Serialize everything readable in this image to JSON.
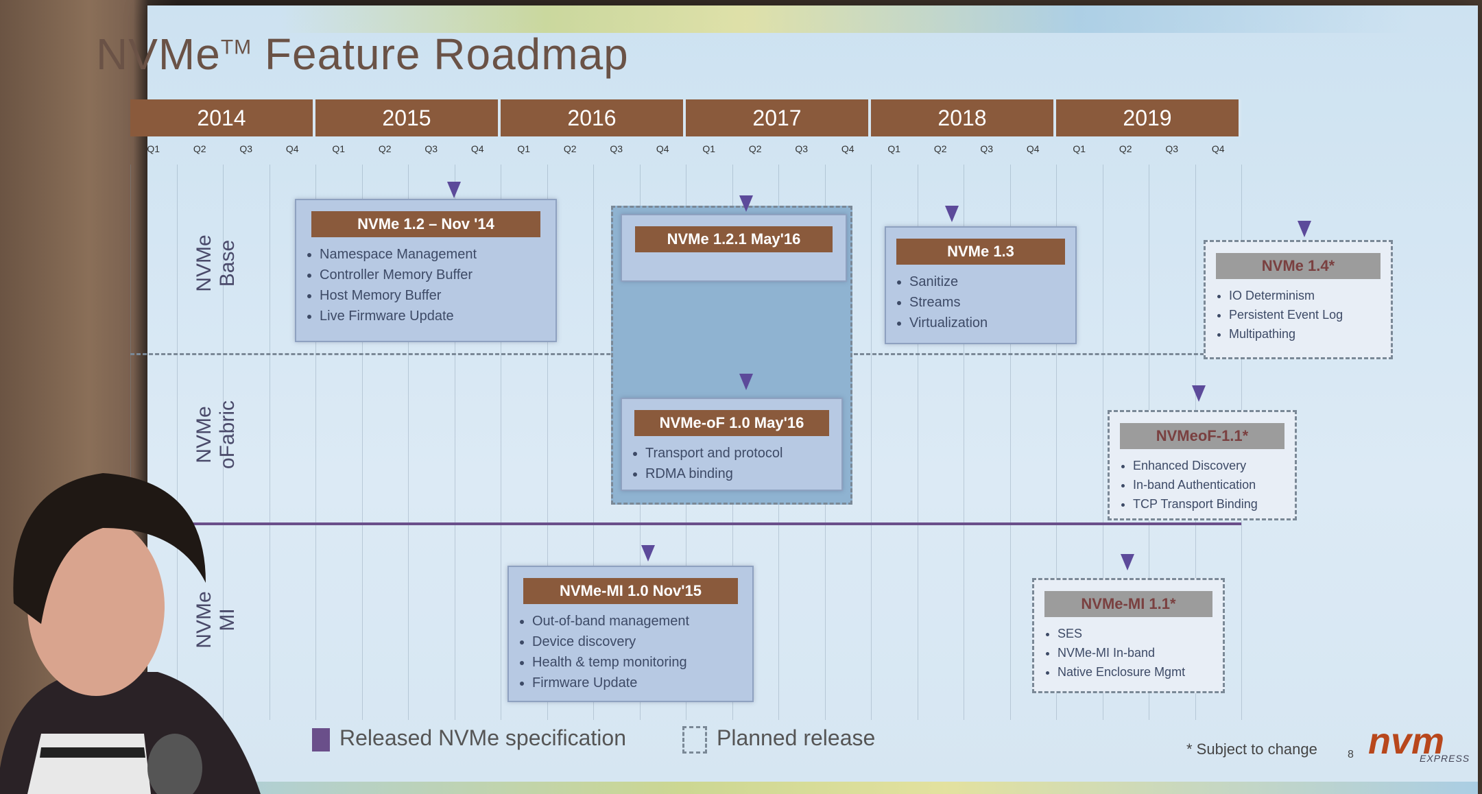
{
  "slide": {
    "title": "NVMe",
    "title_tm": "TM",
    "title_rest": "Feature Roadmap",
    "years": [
      "2014",
      "2015",
      "2016",
      "2017",
      "2018",
      "2019"
    ],
    "quarters": [
      "Q1",
      "Q2",
      "Q3",
      "Q4"
    ],
    "row_labels": {
      "base": [
        "NVMe",
        "Base"
      ],
      "fabric": [
        "NVMe",
        "oFabric"
      ],
      "mi": [
        "NVMe",
        "MI"
      ]
    },
    "boxes": {
      "base_12": {
        "title": "NVMe 1.2 – Nov '14",
        "items": [
          "Namespace Management",
          "Controller Memory Buffer",
          "Host Memory Buffer",
          "Live Firmware Update"
        ]
      },
      "base_121": {
        "title": "NVMe 1.2.1 May'16"
      },
      "base_13": {
        "title": "NVMe 1.3",
        "items": [
          "Sanitize",
          "Streams",
          "Virtualization"
        ]
      },
      "base_14": {
        "title": "NVMe 1.4*",
        "items": [
          "IO Determinism",
          "Persistent Event Log",
          "Multipathing"
        ]
      },
      "of_10": {
        "title": "NVMe-oF 1.0 May'16",
        "items": [
          "Transport and protocol",
          "RDMA binding"
        ]
      },
      "of_11": {
        "title": "NVMeoF-1.1*",
        "items": [
          "Enhanced Discovery",
          "In-band Authentication",
          "TCP Transport Binding"
        ]
      },
      "mi_10": {
        "title": "NVMe-MI 1.0 Nov'15",
        "items": [
          "Out-of-band management",
          "Device discovery",
          "Health & temp monitoring",
          "Firmware Update"
        ]
      },
      "mi_11": {
        "title": "NVMe-MI 1.1*",
        "items": [
          "SES",
          "NVMe-MI In-band",
          "Native Enclosure Mgmt"
        ]
      }
    },
    "legend": {
      "released": "Released NVMe specification",
      "planned": "Planned release"
    },
    "footnote": "* Subject to change",
    "page_number": "8",
    "logo": "nvm",
    "logo_sub": "EXPRESS"
  },
  "colors": {
    "year_bar": "#8a5a3c",
    "released_marker": "#5c4a9a",
    "title_text": "#6a5246",
    "logo": "#b8471c"
  }
}
